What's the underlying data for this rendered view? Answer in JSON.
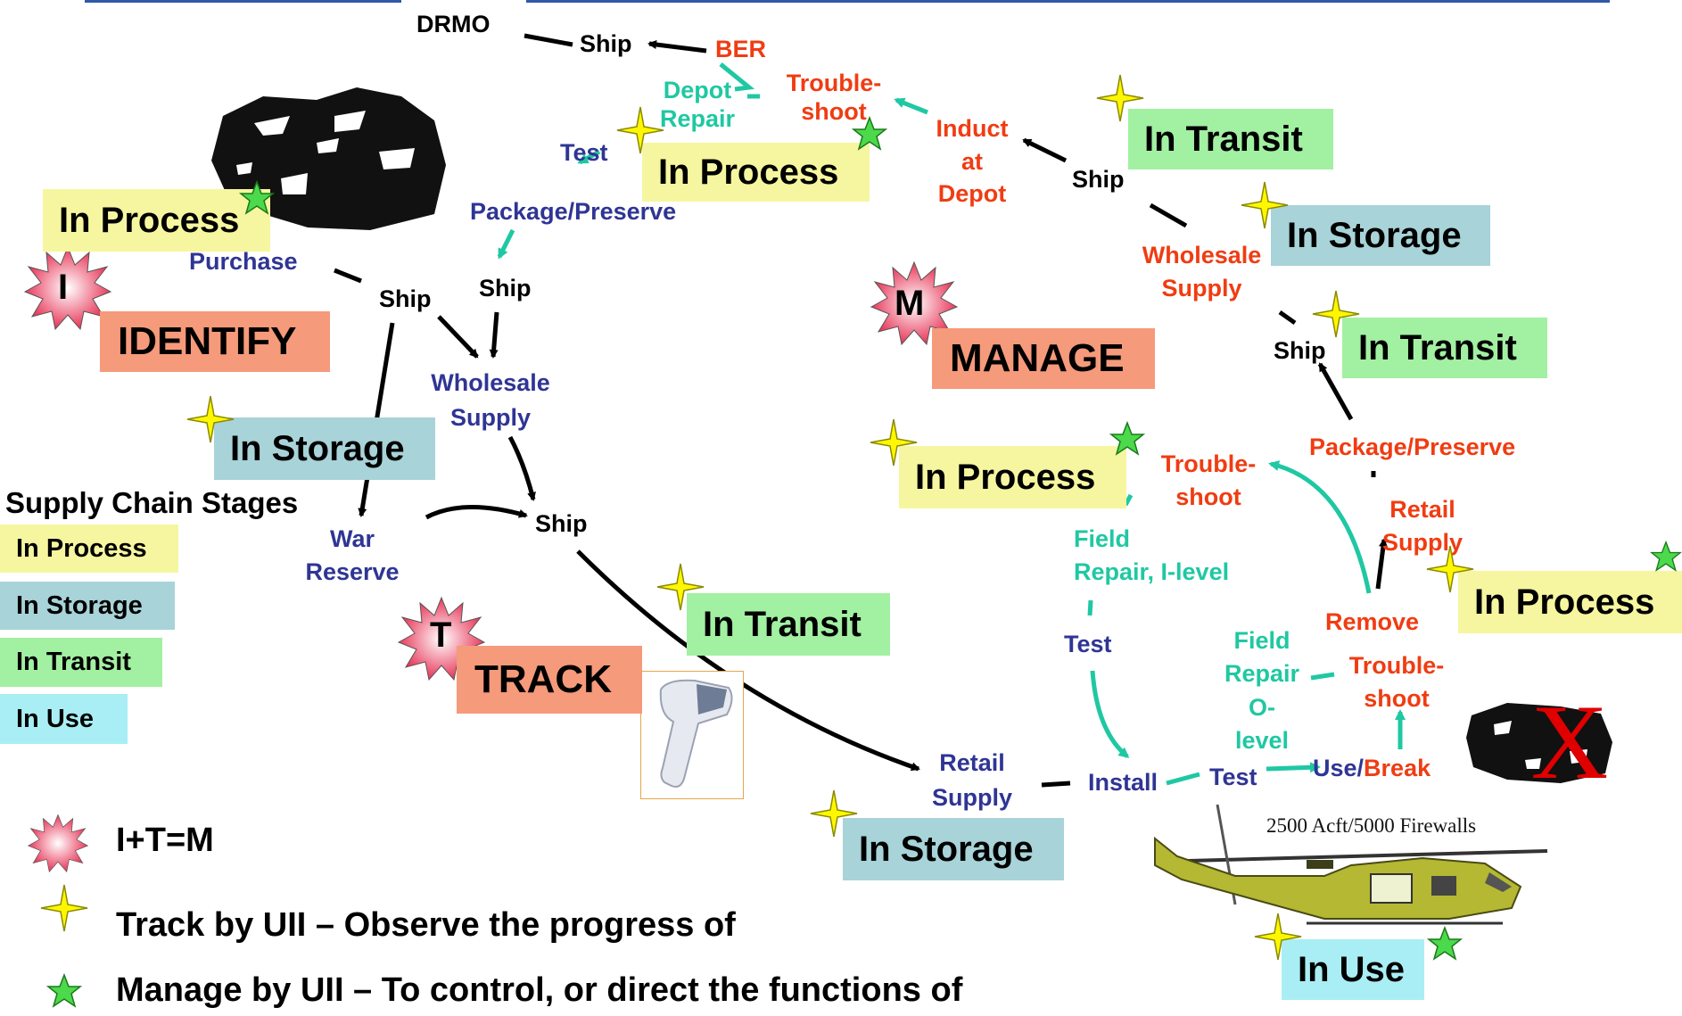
{
  "phases": {
    "identify": {
      "letter": "I",
      "label": "IDENTIFY"
    },
    "manage": {
      "letter": "M",
      "label": "MANAGE"
    },
    "track": {
      "letter": "T",
      "label": "TRACK"
    }
  },
  "stage_boxes": {
    "in_process": "In Process",
    "in_storage": "In Storage",
    "in_transit": "In Transit",
    "in_use": "In Use"
  },
  "nodes": {
    "drmo": "DRMO",
    "ship": "Ship",
    "ber": "BER",
    "depot_repair": "Depot\nRepair",
    "troubleshoot": "Trouble-\nshoot",
    "troubleshoot_tight": "Trouble-\nshoot",
    "induct_at_depot": "Induct\nat\nDepot",
    "test": "Test",
    "package_preserve": "Package/Preserve",
    "purchase": "Purchase",
    "wholesale_supply": "Wholesale\nSupply",
    "war_reserve": "War\nReserve",
    "retail_supply": "Retail\nSupply",
    "install": "Install",
    "field_repair_i_level": "Field\nRepair, I-level",
    "field_repair_o_level": "Field\nRepair\nO-\nlevel",
    "remove": "Remove",
    "use": "Use/",
    "break": "Break"
  },
  "helicopter_caption": "2500 Acft/5000 Firewalls",
  "x_mark": "X",
  "legend": {
    "title": "Supply Chain Stages",
    "items": [
      "In Process",
      "In Storage",
      "In Transit",
      "In Use"
    ],
    "formula": "I+T=M",
    "track_text": "Track by UII – Observe the progress of",
    "manage_text": "Manage by UII – To control, or direct the functions of"
  },
  "colors": {
    "in_process": "#f6f6a0",
    "in_storage": "#a8d3d8",
    "in_transit": "#a2f0a2",
    "in_use": "#a9eef4",
    "phase_box": "#f59a7a",
    "red_text": "#f03c12",
    "navy_text": "#2f3594",
    "teal_text": "#1fc8a2",
    "track_star": "#fff700",
    "manage_star": "#4cd94c"
  }
}
